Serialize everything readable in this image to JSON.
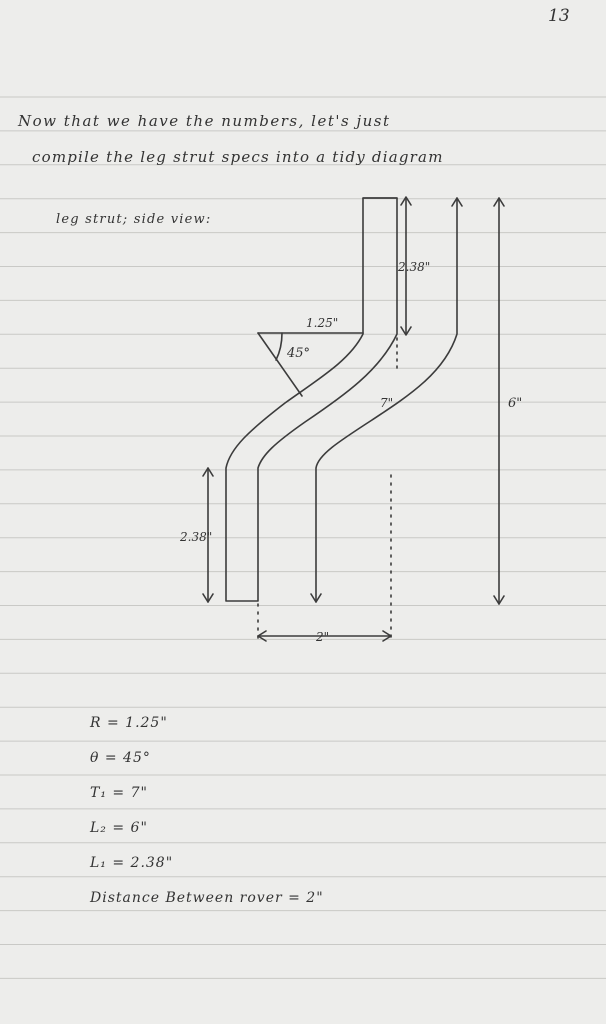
{
  "page_number": "13",
  "intro_lines": [
    "Now that we have the numbers, let's just",
    "compile the leg strut specs into a tidy diagram"
  ],
  "diagram_caption": "leg strut; side view:",
  "diagram_labels": {
    "radius": "1.25\"",
    "top_length": "2.38\"",
    "angle": "45°",
    "total_length": "7\"",
    "height": "6\"",
    "bottom_length": "2.38\"",
    "distance": "2\""
  },
  "specs": [
    "R = 1.25\"",
    "θ = 45°",
    "T₁ = 7\"",
    "L₂ = 6\"",
    "L₁ = 2.38\"",
    "Distance Between rover = 2\""
  ]
}
